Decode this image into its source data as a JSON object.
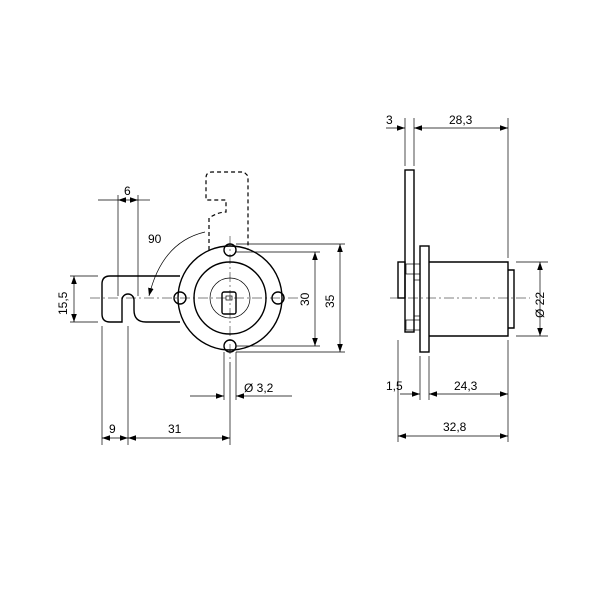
{
  "dimensions": {
    "front": {
      "cam_slot_width": "6",
      "rotation_angle": "90",
      "cam_height": "15,5",
      "hole_spacing": "30",
      "flange_diameter": "35",
      "screw_hole_diameter": "Ø 3,2",
      "slot_offset": "9",
      "cam_to_center": "31"
    },
    "side": {
      "flange_thickness": "3",
      "body_length": "28,3",
      "cylinder_diameter": "Ø 22",
      "plate_offset": "1,5",
      "cylinder_length": "24,3",
      "overall_length": "32,8"
    }
  }
}
